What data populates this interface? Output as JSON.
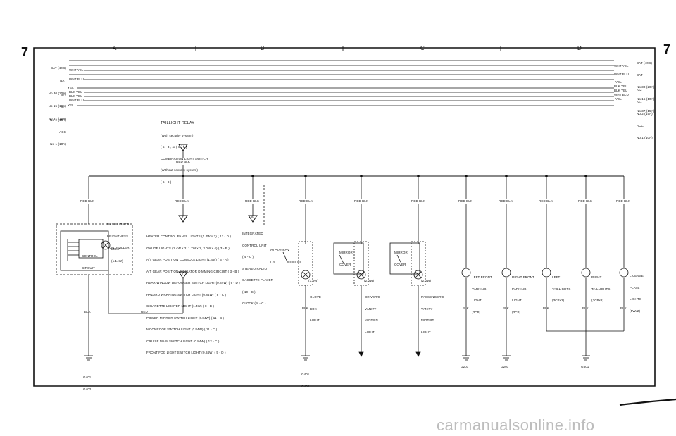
{
  "page_number": "7",
  "zones": [
    "A",
    "B",
    "C",
    "D"
  ],
  "left_bus_labels": [
    "BAT (40G)",
    "BAT",
    "No 30 (20A)",
    "No 15 (10A)",
    "No 37 (15A)",
    "IG2",
    "IG1",
    "No 2 (15A)",
    "ACC",
    "No 1 (10A)"
  ],
  "left_bus_wires": [
    "",
    "",
    "WHT YEL",
    "",
    "WHT BLU",
    "YEL",
    "BLK YEL",
    "BLK YEL",
    "WHT BLU",
    "YEL"
  ],
  "right_bus_labels": [
    "BAT (40G)",
    "BAT",
    "No 30 (20A)",
    "No 15 (10A)",
    "No 37 (15A)",
    "IG2",
    "IG1",
    "No 2 (15A)",
    "ACC",
    "No 1 (10A)"
  ],
  "right_bus_wires": [
    "",
    "",
    "WHT YEL",
    "",
    "WHT BLU",
    "YEL",
    "BLK YEL",
    "BLK YEL",
    "WHT BLU",
    "YEL"
  ],
  "relay": {
    "lines": [
      "TAILLIGHT RELAY",
      "(With security system)",
      "( 5 - 3 , or ( 6 - 6 )",
      "COMBINATION LIGHT SWITCH",
      "(Without security system)",
      "( 6 - 8 )"
    ],
    "pin": "14",
    "wire": "RED BLK"
  },
  "branch_wires": {
    "dash": "RED BLK",
    "heater": "RED BLK",
    "icu": "RED BLK",
    "glove": "RED BLK",
    "driver_mirror": "RED BLK",
    "pass_mirror": "RED BLK",
    "lf_park": "RED BLK",
    "rf_park": "RED BLK",
    "l_tail": "RED BLK",
    "r_tail": "RED BLK",
    "license": "RED BLK"
  },
  "dash_controller": {
    "title": [
      "DASH LIGHTS",
      "BRIGHTNESS",
      "CONTROLLER"
    ],
    "circuit": [
      "CONTROL",
      "CIRCUIT"
    ],
    "light": [
      "LIGHT",
      "(1.14W)"
    ],
    "pin": "2"
  },
  "heater_list": {
    "pin": "7",
    "lines": [
      "HEATER CONTROL PANEL LIGHTS (1.4W x 3) ( 17 - D )",
      "GAUGE LIGHTS (1.4W x 2, 1.7W x 2, 3.0W x 4) ( 3 - B )",
      "A/T GEAR POSITION CONSOLE LIGHT (1.4W) ( 3 - A )",
      "A/T GEAR POSITION INDICATOR DIMMING CIRCUIT ( 3 - B )",
      "REAR WINDOW DEFOGGER SWITCH LIGHT (0.84W) ( 9 - D )",
      "HAZARD WARNING SWITCH LIGHT (0.84W) ( 8 - C )",
      "CIGARETTE LIGHTER LIGHT (1.4W) ( 8 - B )",
      "POWER MIRROR SWITCH LIGHT (0.84W) ( 11 - B )",
      "MOONROOF SWITCH LIGHT (0.84W) ( 11 - C )",
      "CRUISE MAIN SWITCH LIGHT (0.84W) ( 12 - C )",
      "FRONT FOG LIGHT SWITCH LIGHT (0.84W) ( 5 - D )"
    ],
    "bottom_pin": "7"
  },
  "icu": {
    "pin": "9",
    "lines": [
      "INTEGRATED",
      "CONTROL UNIT",
      "( 4 - C )",
      "STEREO RADIO",
      "CASSETTE PLAYER",
      "( 10 - C )",
      "CLOCK ( 8 - C )"
    ]
  },
  "glove": {
    "switch": [
      "GLOVE BOX",
      "L/S"
    ],
    "watt": "(3.4W)",
    "name": [
      "GLOVE",
      "BOX",
      "LIGHT"
    ]
  },
  "driver_mirror": {
    "cover": [
      "MIRROR",
      "COVER"
    ],
    "watt": "(2.0W)",
    "name": [
      "DRIVER'S",
      "VANITY",
      "MIRROR",
      "LIGHT"
    ]
  },
  "pass_mirror": {
    "cover": [
      "MIRROR",
      "COVER"
    ],
    "watt": "(2.0W)",
    "name": [
      "PASSENGER'S",
      "VANITY",
      "MIRROR",
      "LIGHT"
    ]
  },
  "lamps": {
    "lf": [
      "LEFT FRONT",
      "PARKING",
      "LIGHT",
      "(3CP)"
    ],
    "rf": [
      "RIGHT FRONT",
      "PARKING",
      "LIGHT",
      "(3CP)"
    ],
    "lt": [
      "LEFT",
      "TAILLIGHTS",
      "(3CPx2)"
    ],
    "rt": [
      "RIGHT",
      "TAILLIGHTS",
      "(3CPx2)"
    ],
    "lic": [
      "LICENSE",
      "PLATE",
      "LIGHTS",
      "(5Wx2)"
    ]
  },
  "ground_wires": {
    "dash": "BLK",
    "glove": "BLK",
    "lf": "BLK",
    "rf": "BLK",
    "lt": "BLK",
    "rt": "BLK",
    "lic": "BLK"
  },
  "grn_wire": "RED",
  "grounds": {
    "g1": [
      "G401",
      "G402"
    ],
    "g2": [
      "G401",
      "G402"
    ],
    "g3": "G201",
    "g4": "G201",
    "g5": "G501"
  },
  "watermark": "carmanualsonline.info"
}
